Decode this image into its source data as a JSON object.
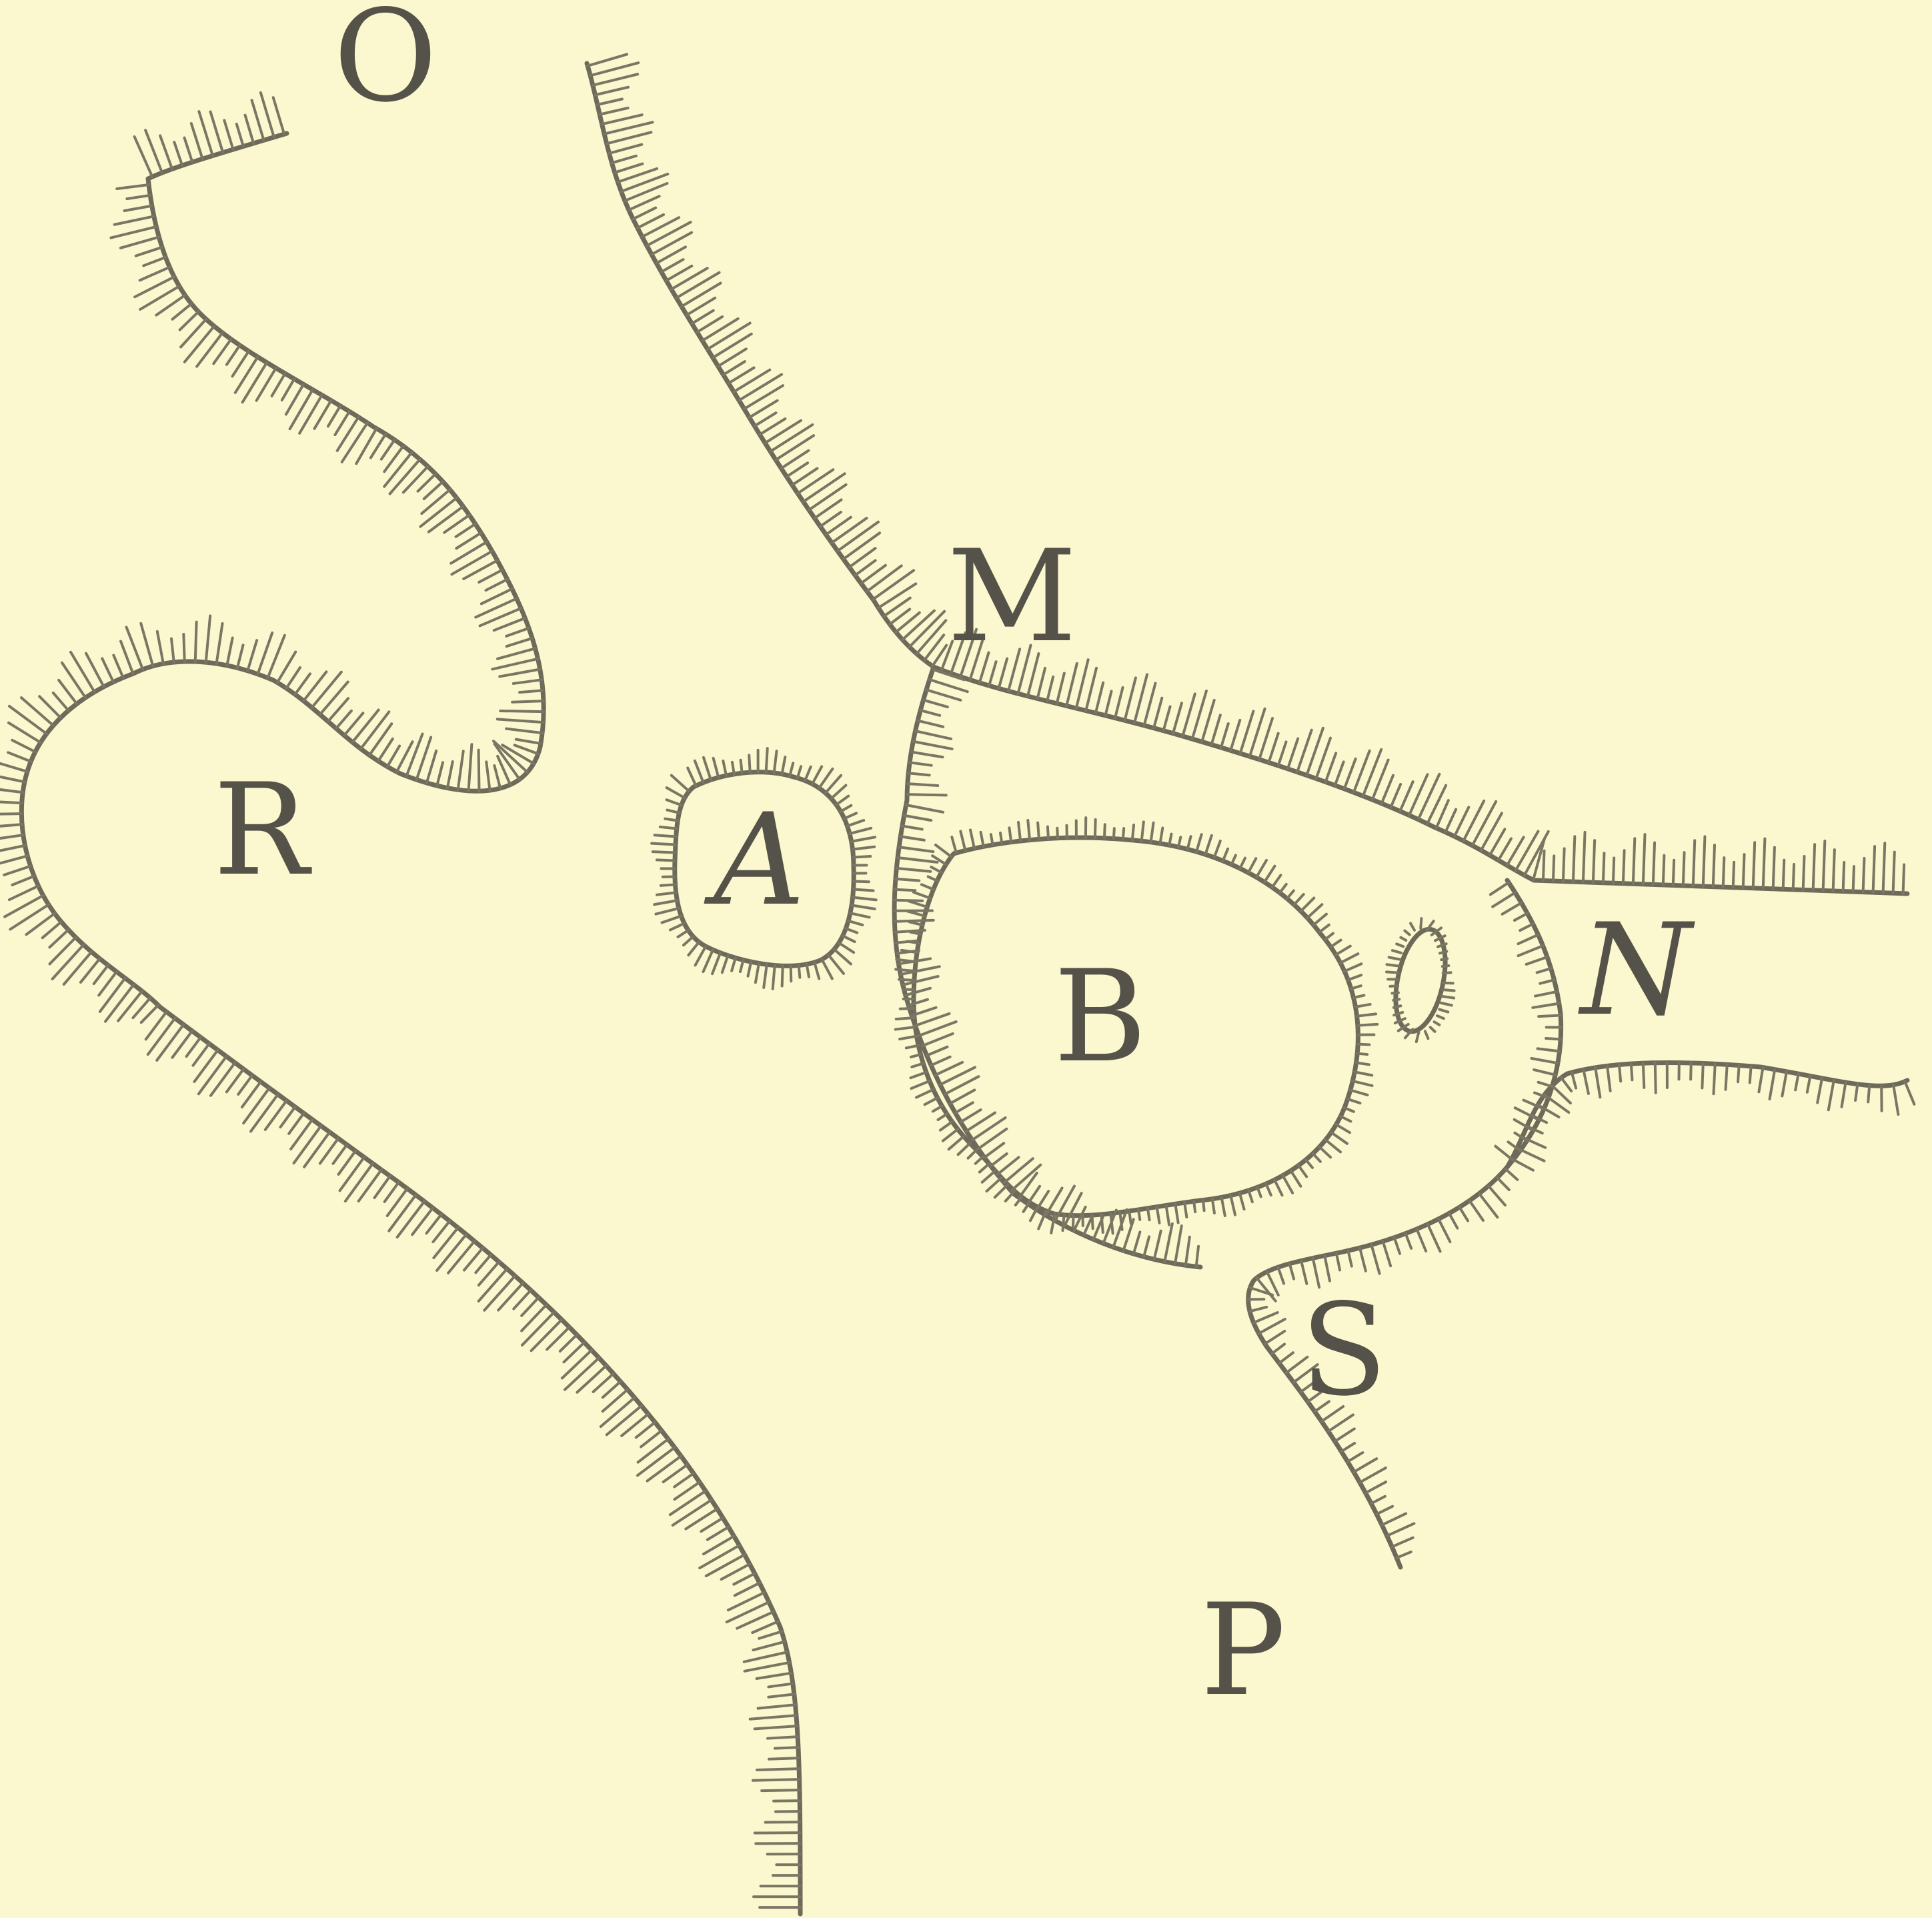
{
  "figure": {
    "labels": {
      "O": "O",
      "M": "M",
      "R": "R",
      "A": "A",
      "B": "B",
      "N": "N",
      "S": "S",
      "P": "P"
    },
    "colors": {
      "paper": "#fbf8cf",
      "ink": "#6e6a5a",
      "label": "#55524a"
    }
  }
}
